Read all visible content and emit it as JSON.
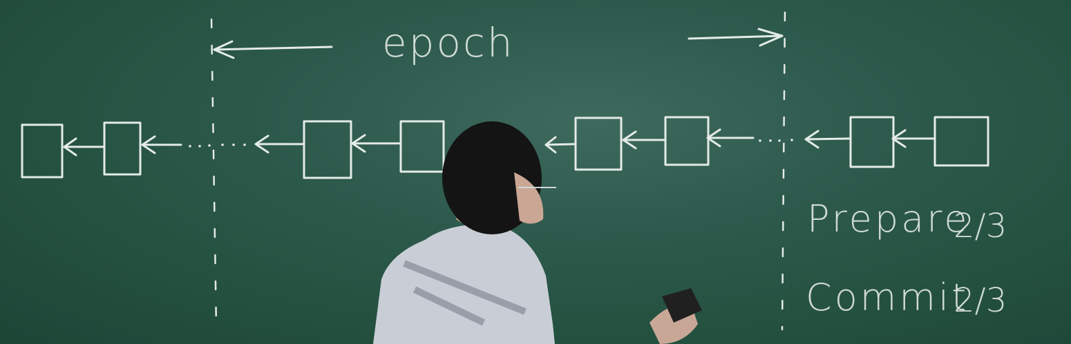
{
  "board": {
    "top_label": "epoch",
    "votes": [
      {
        "label": "Prepare",
        "fraction": "2/3"
      },
      {
        "label": "Commit",
        "fraction": "2/3"
      }
    ]
  },
  "colors": {
    "board": "#2d5a4c",
    "chalk": "#e4ebe6",
    "shirt": "#c9ced6",
    "hair": "#141414"
  }
}
